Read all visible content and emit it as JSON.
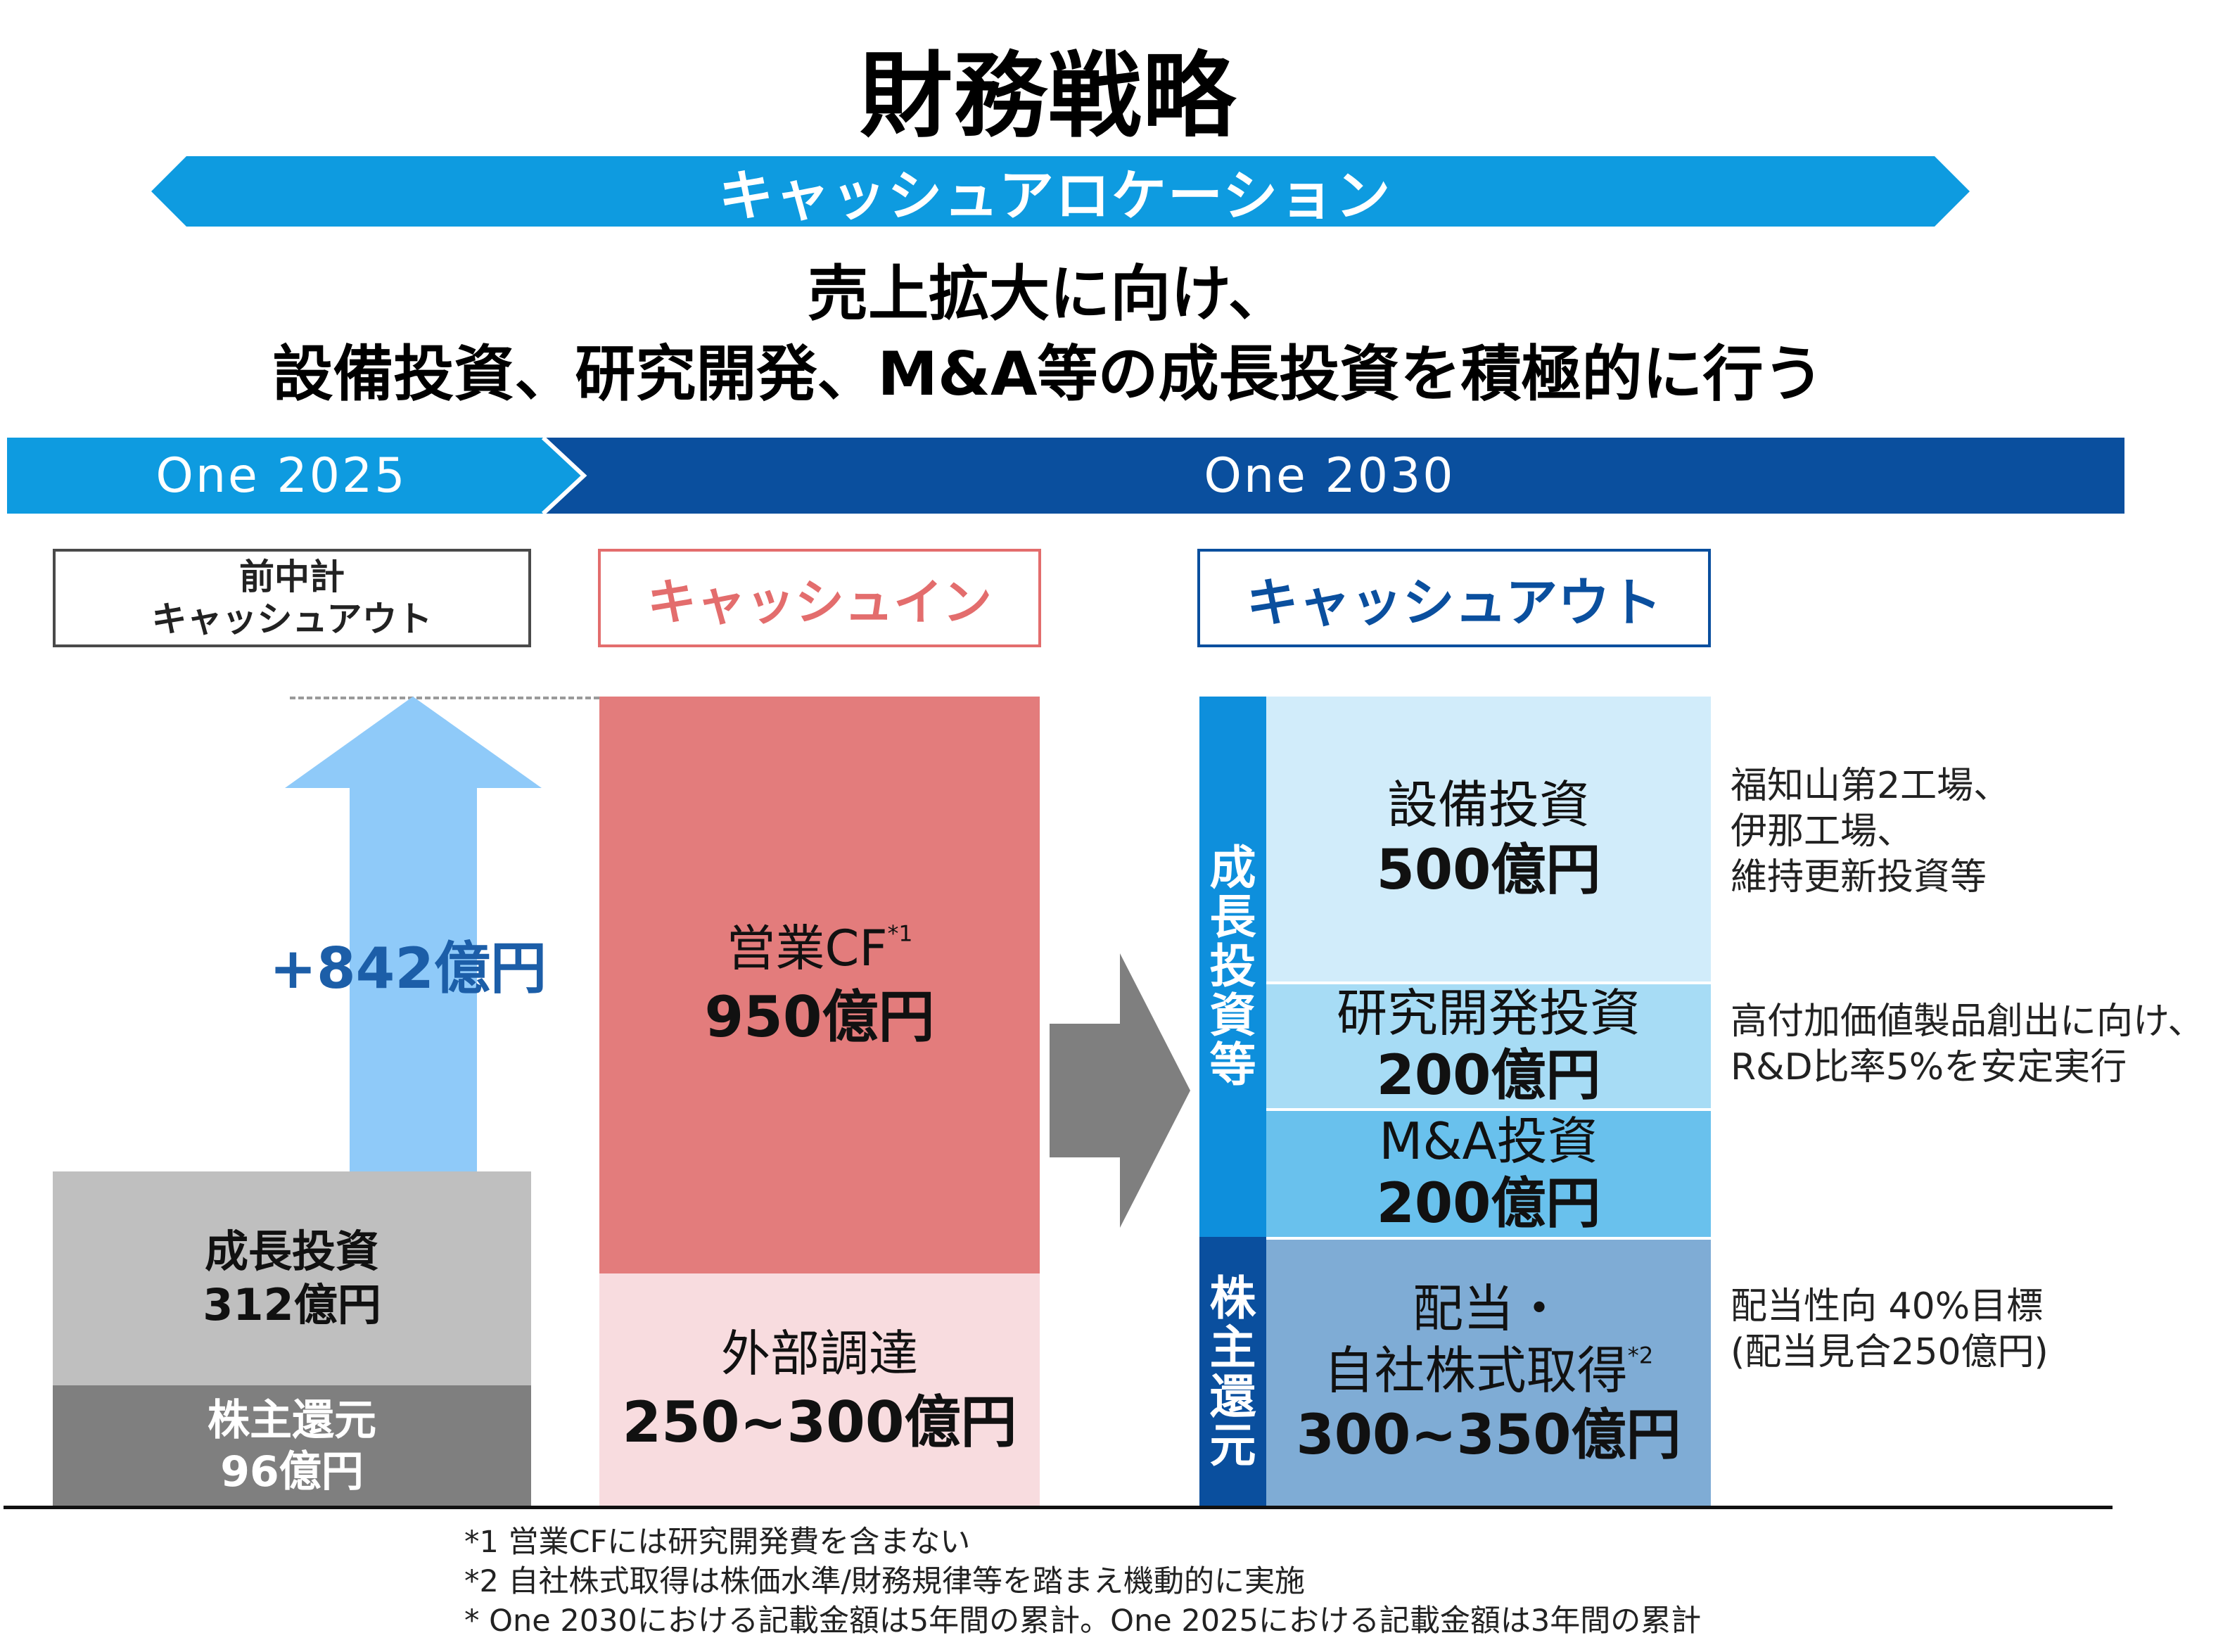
{
  "title": "財務戦略",
  "ribbon": {
    "label": "キャッシュアロケーション"
  },
  "headline": {
    "line1": "売上拡大に向け、",
    "line2": "設備投資、研究開発、M&A等の成長投資を積極的に行う"
  },
  "phases": {
    "one2025": "One 2025",
    "one2030": "One 2030"
  },
  "column_headers": {
    "prev_line1": "前中計",
    "prev_line2": "キャッシュアウト",
    "cash_in": "キャッシュイン",
    "cash_out": "キャッシュアウト"
  },
  "prev_plan": {
    "increase": "+842億円",
    "growth_label": "成長投資",
    "growth_value": "312億円",
    "shareholder_label": "株主還元",
    "shareholder_value": "96億円"
  },
  "cash_in": {
    "operating_label": "営業CF",
    "operating_note": "*1",
    "operating_value": "950億円",
    "external_label": "外部調達",
    "external_value": "250~300億円"
  },
  "cash_out": {
    "growth_category": [
      "成",
      "長",
      "投",
      "資",
      "等"
    ],
    "shareholder_category": [
      "株",
      "主",
      "還",
      "元"
    ],
    "capex_label": "設備投資",
    "capex_value": "500億円",
    "rd_label": "研究開発投資",
    "rd_value": "200億円",
    "ma_label": "M&A投資",
    "ma_value": "200億円",
    "return_label1": "配当・",
    "return_label2": "自社株式取得",
    "return_note": "*2",
    "return_value": "300~350億円"
  },
  "notes": {
    "capex": [
      "福知山第2工場、",
      "伊那工場、",
      "維持更新投資等"
    ],
    "rd": [
      "高付加価値製品創出に向け、",
      "R&D比率5%を安定実行"
    ],
    "return": [
      "配当性向 40%目標",
      "(配当見合250億円)"
    ]
  },
  "footnotes": [
    "*1 営業CFには研究開発費を含まない",
    "*2 自社株式取得は株価水準/財務規律等を踏まえ機動的に実施",
    "* One 2030における記載金額は5年間の累計。One 2025における記載金額は3年間の累計"
  ],
  "colors": {
    "ribbon": "#0e9be0",
    "one2025": "#0e9be0",
    "one2030": "#0a4f9e",
    "cash_in_red": "#e37c7c",
    "arrow_up": "#8fcaf9",
    "arrow_right": "#7f7f7f"
  }
}
